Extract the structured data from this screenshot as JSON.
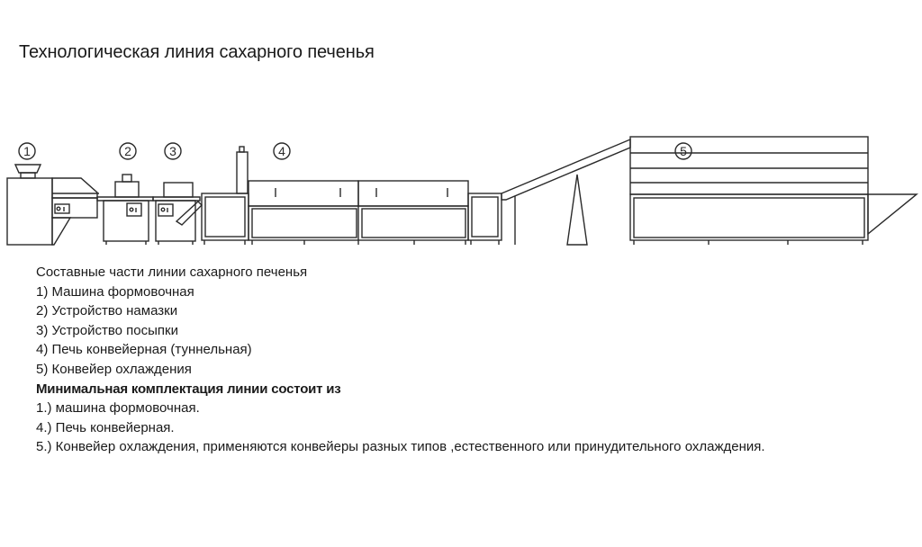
{
  "title": "Технологическая линия сахарного печенья",
  "diagram": {
    "markers": [
      "1",
      "2",
      "3",
      "4",
      "5"
    ]
  },
  "parts": {
    "heading": "Составные части линии сахарного печенья",
    "items": [
      "1) Машина формовочная",
      "2) Устройство намазки",
      "3) Устройство посыпки",
      "4) Печь конвейерная (туннельная)",
      "5) Конвейер охлаждения"
    ]
  },
  "minimal": {
    "heading": "Минимальная комплектация линии состоит из",
    "items": [
      "1.) машина формовочная.",
      "4.) Печь конвейерная.",
      "5.) Конвейер охлаждения, применяются конвейеры разных типов ,естественного или принудительного охлаждения."
    ]
  }
}
